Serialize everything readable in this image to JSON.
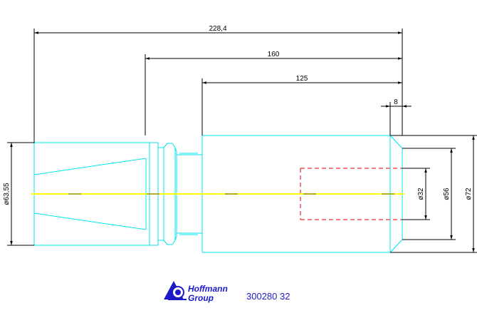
{
  "drawing": {
    "dimensions": {
      "overall_length": "228,4",
      "length_160": "160",
      "length_125": "125",
      "length_8": "8",
      "dia_taper": "ø63,55",
      "dia_bore": "ø32",
      "dia_inner": "ø56",
      "dia_outer": "ø72"
    },
    "logo": {
      "line1": "Hoffmann",
      "line2": "Group"
    },
    "part_number": "300280 32"
  },
  "colors": {
    "outline": "#00e5ee",
    "dimension": "#000000",
    "centerline": "#ffff00",
    "hidden": "#e00000",
    "brand": "#1a1ac8"
  }
}
